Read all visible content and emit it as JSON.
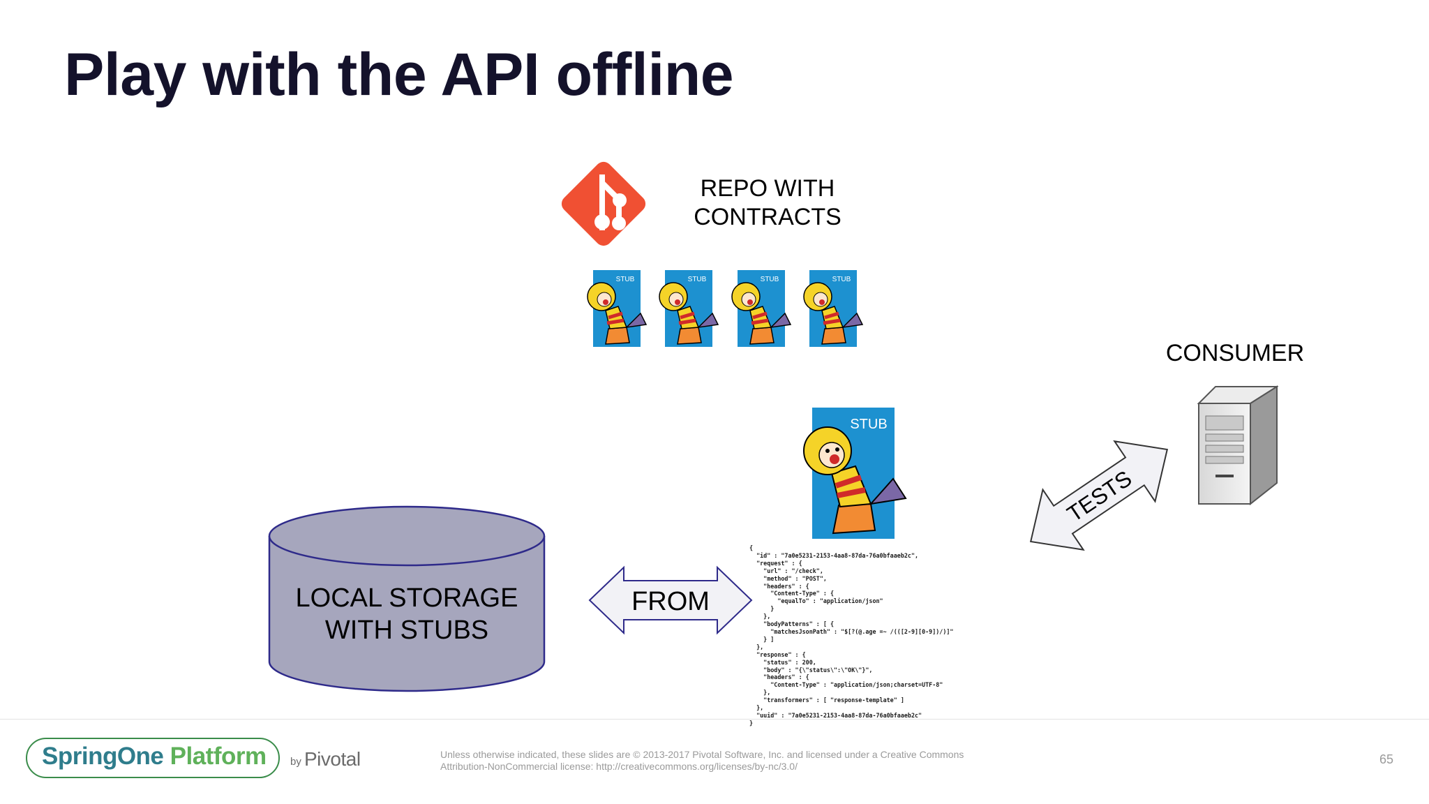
{
  "slide": {
    "title": "Play with the API offline",
    "repo_label_line1": "REPO WITH",
    "repo_label_line2": "CONTRACTS",
    "consumer_label": "CONSUMER",
    "stub_badge": "STUB",
    "tests_label": "TESTS",
    "from_label": "FROM",
    "storage_label_line1": "LOCAL STORAGE",
    "storage_label_line2": "WITH STUBS",
    "page_number": "65"
  },
  "colors": {
    "title": "#14122b",
    "git_orange": "#f05033",
    "stub_blue": "#1d91d0",
    "storage_fill": "#a6a6bd",
    "storage_stroke": "#2e2a8a",
    "arrow_fill": "#f2f2f6"
  },
  "icons": [
    "git-logo-icon",
    "jack-in-the-box-stub-icon",
    "server-icon"
  ],
  "json_snippet": [
    "{",
    "  \"id\" : \"7a0e5231-2153-4aa8-87da-76a0bfaaeb2c\",",
    "  \"request\" : {",
    "    \"url\" : \"/check\",",
    "    \"method\" : \"POST\",",
    "    \"headers\" : {",
    "      \"Content-Type\" : {",
    "        \"equalTo\" : \"application/json\"",
    "      }",
    "    },",
    "    \"bodyPatterns\" : [ {",
    "      \"matchesJsonPath\" : \"$[?(@.age =~ /(([2-9][0-9])/)]\"",
    "    } ]",
    "  },",
    "  \"response\" : {",
    "    \"status\" : 200,",
    "    \"body\" : \"{\\\"status\\\":\\\"OK\\\"}\",",
    "    \"headers\" : {",
    "      \"Content-Type\" : \"application/json;charset=UTF-8\"",
    "    },",
    "    \"transformers\" : [ \"response-template\" ]",
    "  },",
    "  \"uuid\" : \"7a0e5231-2153-4aa8-87da-76a0bfaaeb2c\"",
    "}"
  ],
  "footer": {
    "brand_spring": "SpringOne",
    "brand_platform": " Platform",
    "by": "by",
    "pivotal": "Pivotal",
    "license_line1": "Unless otherwise indicated, these slides are © 2013-2017 Pivotal Software, Inc. and licensed under a Creative Commons",
    "license_line2": "Attribution-NonCommercial license: http://creativecommons.org/licenses/by-nc/3.0/"
  }
}
